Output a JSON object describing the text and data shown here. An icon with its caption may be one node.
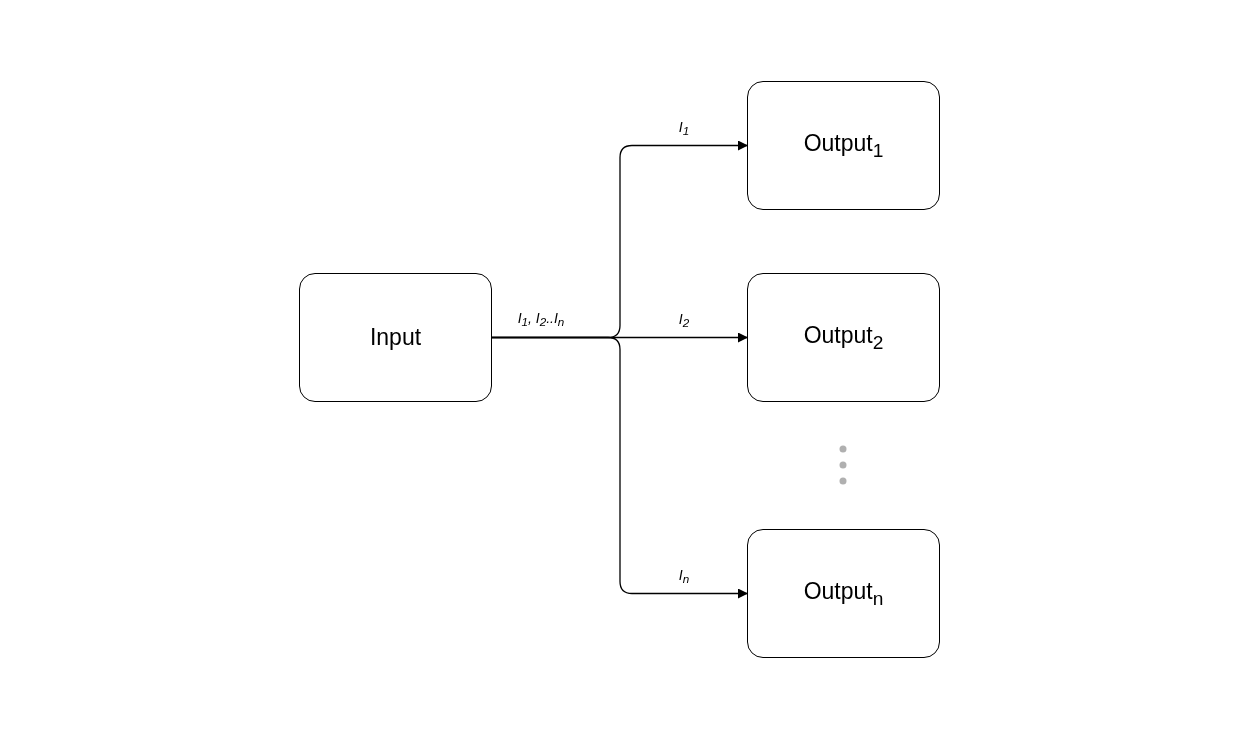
{
  "diagram": {
    "nodes": [
      {
        "text": [
          "Input"
        ]
      },
      {
        "text": [
          "Output$_{1}$"
        ]
      },
      {
        "text": [
          "Output$_{2}$"
        ]
      },
      {
        "text": [
          "Output$_{n}$"
        ]
      }
    ],
    "edges": [
      {
        "from": 0,
        "to": 1,
        "arrow": "to",
        "label": "I$_{1}$"
      },
      {
        "from": 0,
        "to": 2,
        "arrow": "to",
        "label": "I$_{2}$"
      },
      {
        "from": 0,
        "to": 3,
        "arrow": "to",
        "label": "I$_{n}$"
      }
    ],
    "labels": [
      "I$_{1}$, I$_{2}$..I$_{n}$"
    ]
  }
}
